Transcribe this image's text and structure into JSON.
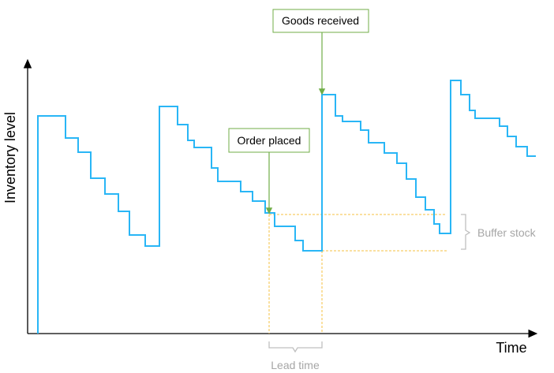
{
  "axes": {
    "x_label": "Time",
    "y_label": "Inventory level"
  },
  "annotations": {
    "order_placed": "Order placed",
    "goods_received": "Goods received",
    "buffer_stock": "Buffer stock",
    "lead_time": "Lead time"
  },
  "colors": {
    "inventory_line": "#29b6f6",
    "axis": "#000000",
    "callout_border": "#70ad47",
    "callout_arrow": "#70ad47",
    "guide_dashed": "#f5c242",
    "bracket": "#bfbfbf",
    "muted_text": "#a6a6a6"
  }
}
